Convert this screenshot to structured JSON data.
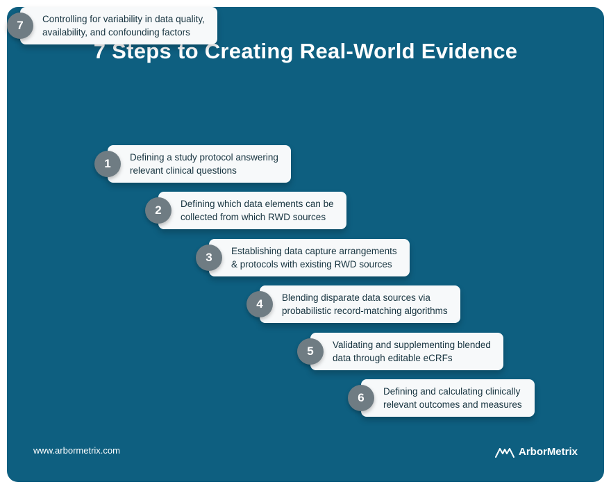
{
  "title": "7 Steps to Creating Real-World Evidence",
  "steps": [
    {
      "number": "1",
      "line1": "Defining a study protocol answering",
      "line2": "relevant clinical questions"
    },
    {
      "number": "2",
      "line1": "Defining which data elements can be",
      "line2": "collected from which RWD sources"
    },
    {
      "number": "3",
      "line1": "Establishing data capture arrangements",
      "line2": "& protocols with existing RWD sources"
    },
    {
      "number": "4",
      "line1": "Blending disparate data sources via",
      "line2": "probabilistic record-matching algorithms"
    },
    {
      "number": "5",
      "line1": "Validating and supplementing blended",
      "line2": "data through editable eCRFs"
    },
    {
      "number": "6",
      "line1": "Defining and calculating clinically",
      "line2": "relevant outcomes and measures"
    },
    {
      "number": "7",
      "line1": "Controlling for variability in data quality,",
      "line2": "availability, and confounding factors"
    }
  ],
  "footer": {
    "website": "www.arbormetrix.com",
    "brand": "ArborMetrix"
  },
  "colors": {
    "background": "#0E5F80",
    "card": "#F7F9FA",
    "badge": "#6F7C83",
    "title_text": "#FFFFFF",
    "body_text": "#16333F"
  }
}
